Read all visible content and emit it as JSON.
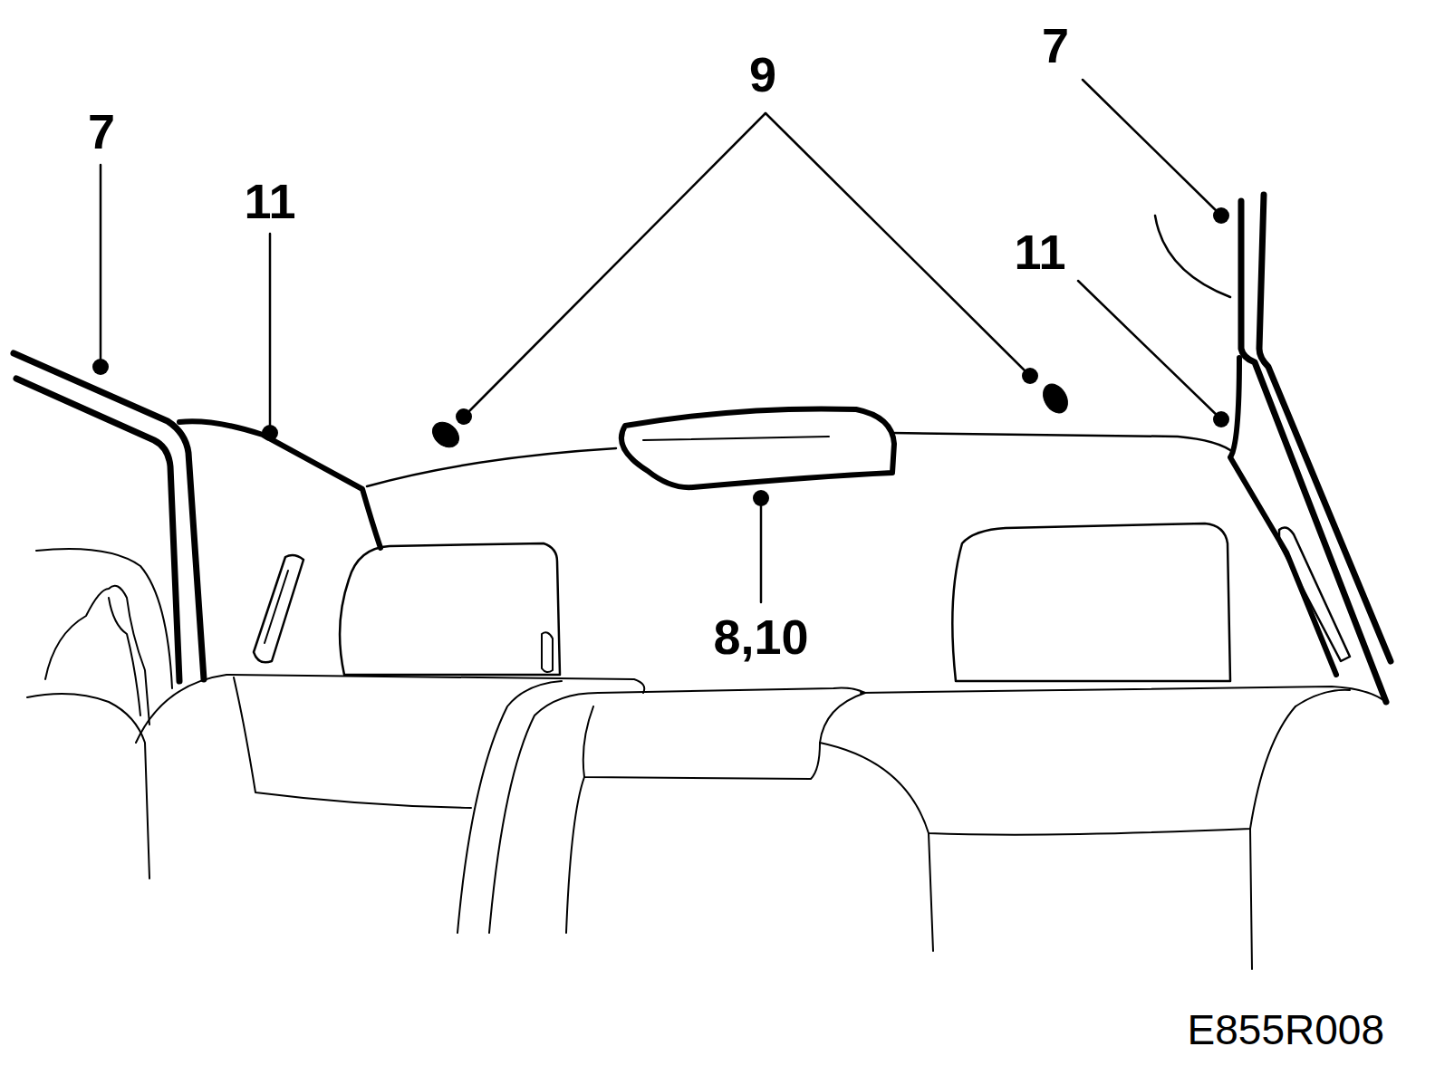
{
  "diagram": {
    "labels": [
      "7",
      "11",
      "9",
      "7",
      "11",
      "8,10",
      "E855R008"
    ]
  }
}
